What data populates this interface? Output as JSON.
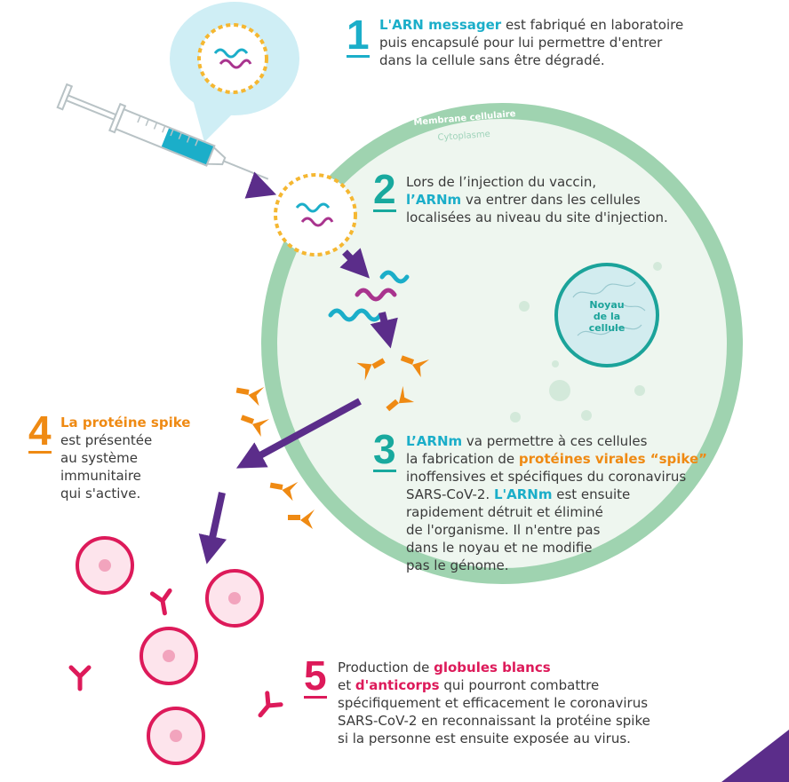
{
  "labels": {
    "membrane": "Membrane cellulaire",
    "cytoplasme": "Cytoplasme",
    "noyau": [
      "Noyau",
      "de la",
      "cellule"
    ]
  },
  "steps": [
    {
      "number": "1",
      "lines": [
        [
          {
            "t": "L'ARN messager",
            "c": "teal",
            "b": true
          },
          {
            "t": " est fabriqué en laboratoire"
          }
        ],
        [
          {
            "t": "puis encapsulé pour lui permettre d'entrer"
          }
        ],
        [
          {
            "t": "dans la cellule sans être dégradé."
          }
        ]
      ]
    },
    {
      "number": "2",
      "lines": [
        [
          {
            "t": "Lors de l’injection du vaccin,"
          }
        ],
        [
          {
            "t": "l’ARNm",
            "c": "teal",
            "b": true
          },
          {
            "t": " va entrer dans les cellules"
          }
        ],
        [
          {
            "t": "localisées au niveau du site d'injection."
          }
        ]
      ]
    },
    {
      "number": "3",
      "lines": [
        [
          {
            "t": "L’ARNm",
            "c": "teal",
            "b": true
          },
          {
            "t": " va permettre à ces cellules"
          }
        ],
        [
          {
            "t": "la fabrication de "
          },
          {
            "t": "protéines virales “spike”",
            "c": "orange",
            "b": true
          }
        ],
        [
          {
            "t": "inoffensives et spécifiques du coronavirus"
          }
        ],
        [
          {
            "t": "SARS-CoV-2. "
          },
          {
            "t": "L'ARNm",
            "c": "teal",
            "b": true
          },
          {
            "t": " est ensuite"
          }
        ],
        [
          {
            "t": "rapidement détruit et éliminé"
          }
        ],
        [
          {
            "t": "de l'organisme. Il n'entre pas"
          }
        ],
        [
          {
            "t": "dans le noyau et ne modifie"
          }
        ],
        [
          {
            "t": "pas le génome."
          }
        ]
      ]
    },
    {
      "number": "4",
      "lines": [
        [
          {
            "t": "La protéine spike",
            "c": "orange",
            "b": true
          }
        ],
        [
          {
            "t": "est présentée"
          }
        ],
        [
          {
            "t": "au système"
          }
        ],
        [
          {
            "t": "immunitaire"
          }
        ],
        [
          {
            "t": "qui s'active."
          }
        ]
      ]
    },
    {
      "number": "5",
      "lines": [
        [
          {
            "t": "Production de "
          },
          {
            "t": "globules blancs",
            "c": "pink",
            "b": true
          }
        ],
        [
          {
            "t": "et "
          },
          {
            "t": "d'anticorps",
            "c": "pink",
            "b": true
          },
          {
            "t": " qui pourront combattre"
          }
        ],
        [
          {
            "t": "spécifiquement et efficacement le coronavirus"
          }
        ],
        [
          {
            "t": "SARS-CoV-2 en reconnaissant la protéine spike"
          }
        ],
        [
          {
            "t": "si la personne est ensuite exposée au virus."
          }
        ]
      ]
    }
  ],
  "colors": {
    "teal": "#1baec9",
    "orange": "#ef8a13",
    "pink": "#dd1a5a",
    "purple": "#5b2d8a",
    "membrane": "#9fd3b0",
    "cell_fill": "#eef6ef",
    "nucleus": "#1ba39a",
    "nucleus_fill": "#d2ecef",
    "bubble": "#cfeef5",
    "capsule": "#f5b731",
    "rna_pink": "#a9348e",
    "white_cell_fill": "#fde4ec"
  }
}
